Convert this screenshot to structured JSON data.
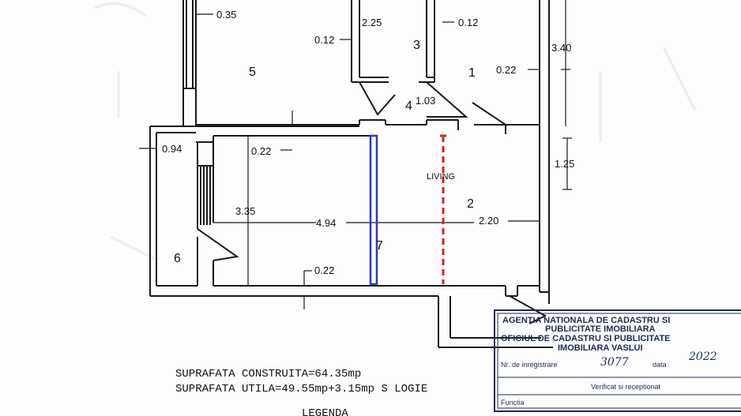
{
  "dimensions": {
    "d_0_35": "0.35",
    "d_2_25": "2.25",
    "d_0_12_left": "0.12",
    "d_0_12_right": "0.12",
    "d_3_40": "3.40",
    "d_0_22_right": "0.22",
    "d_1_03": "1.03",
    "d_0_94": "0.94",
    "d_0_22_mid": "0.22",
    "d_1_25": "1.25",
    "d_3_35": "3.35",
    "d_4_94": "4.94",
    "d_2_20": "2.20",
    "d_0_22_bottom": "0.22"
  },
  "rooms": {
    "r1": "1",
    "r2": "2",
    "r3": "3",
    "r4": "4",
    "r5": "5",
    "r6": "6",
    "r7": "7",
    "living": "LIVING"
  },
  "summary": {
    "construita": "SUPRAFATA CONSTRUITA=64.35mp",
    "utila": "SUPRAFATA UTILA=49.55mp+3.15mp S LOGIE",
    "legenda": "LEGENDA"
  },
  "stamp": {
    "line1": "AGENTIA NATIONALA DE CADASTRU SI",
    "line2": "PUBLICITATE IMOBILIARA",
    "line3": "OFICIUL DE CADASTRU SI PUBLICITATE",
    "line4": "IMOBILIARA VASLUI",
    "reg_label": "Nr. de inregistrare",
    "reg_value": "3077",
    "data_label": "data",
    "data_value": "2022",
    "verified": "Verificat si receptionat",
    "functia": "Functia"
  },
  "colors": {
    "line": "#1a1a1a",
    "blue_marker": "#2b3cb8",
    "red_marker": "#d42424",
    "stamp_ink": "#1c2a55"
  }
}
